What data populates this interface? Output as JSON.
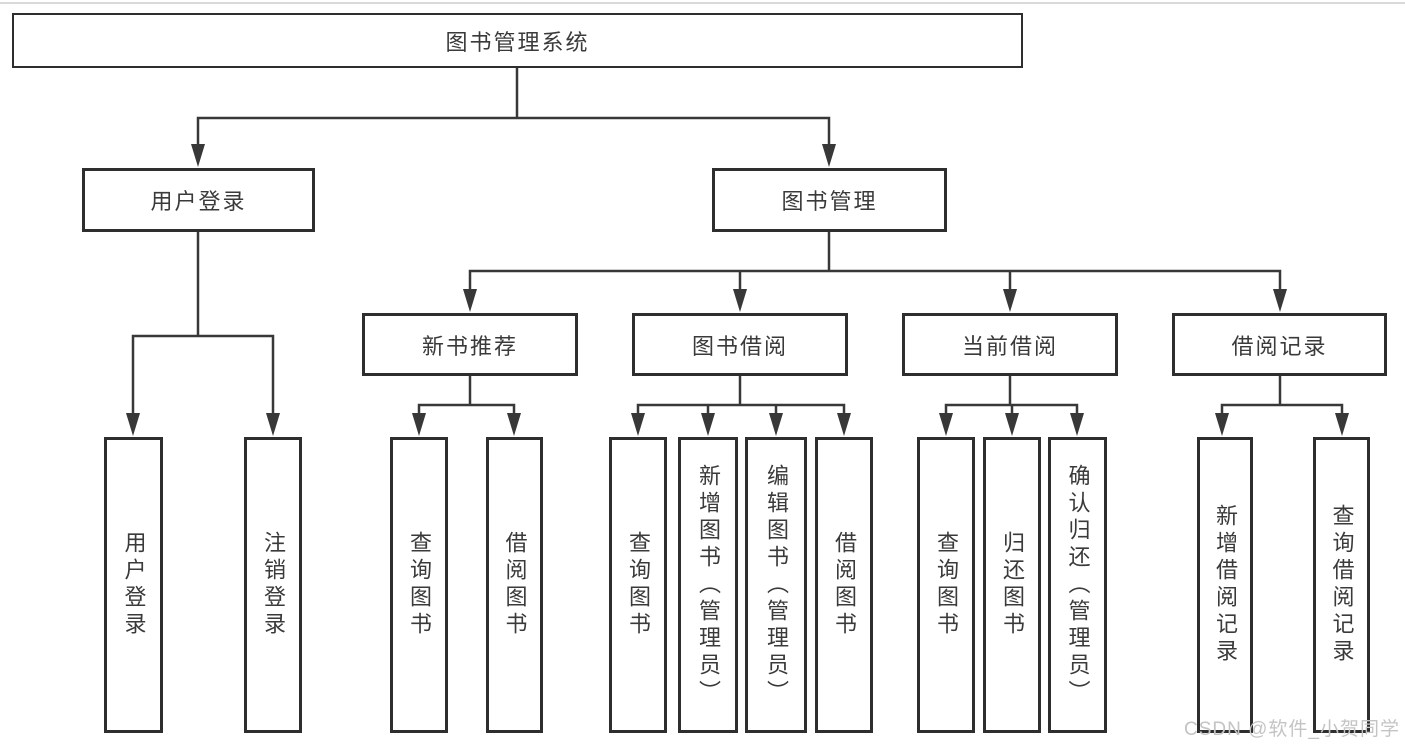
{
  "colors": {
    "line": "#383838",
    "text": "#3a3a3a",
    "watermark": "#c4c4c4"
  },
  "watermark": "CSDN @软件_小贺同学",
  "tree": {
    "root": {
      "label": "图书管理系统"
    },
    "branches": [
      {
        "label": "用户登录",
        "children": [
          {
            "label": "用户登录"
          },
          {
            "label": "注销登录"
          }
        ]
      },
      {
        "label": "图书管理",
        "children": [
          {
            "label": "新书推荐",
            "children": [
              {
                "label": "查询图书"
              },
              {
                "label": "借阅图书"
              }
            ]
          },
          {
            "label": "图书借阅",
            "children": [
              {
                "label": "查询图书"
              },
              {
                "label": "新增图书（管理员）"
              },
              {
                "label": "编辑图书（管理员）"
              },
              {
                "label": "借阅图书"
              }
            ]
          },
          {
            "label": "当前借阅",
            "children": [
              {
                "label": "查询图书"
              },
              {
                "label": "归还图书"
              },
              {
                "label": "确认归还（管理员）"
              }
            ]
          },
          {
            "label": "借阅记录",
            "children": [
              {
                "label": "新增借阅记录"
              },
              {
                "label": "查询借阅记录"
              }
            ]
          }
        ]
      }
    ]
  }
}
